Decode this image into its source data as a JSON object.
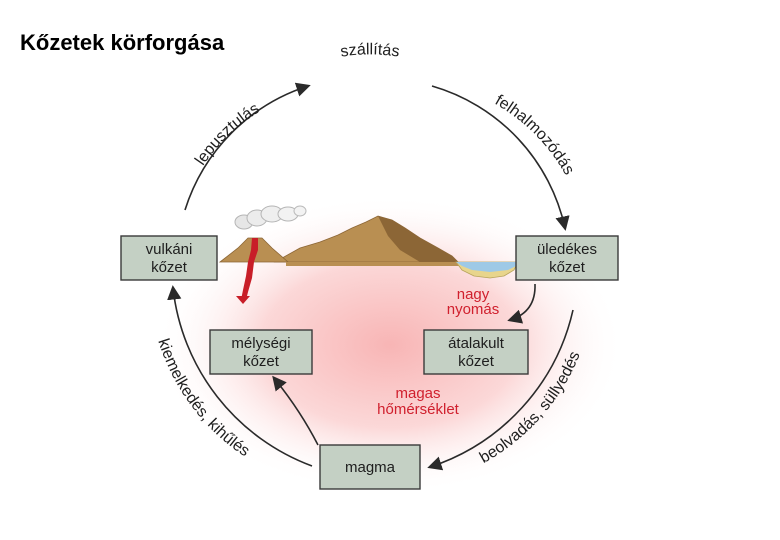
{
  "title": "Kőzetek körforgása",
  "colors": {
    "box_fill": "#c4d0c4",
    "box_stroke": "#3a3a3a",
    "arrow": "#2a2a2a",
    "red_text": "#d0202e",
    "heat_glow": "#f7a8a8",
    "mountain": "#b98f52",
    "mountain_shadow": "#8c6636",
    "lava": "#c81e28",
    "water": "#9ec9e6",
    "sediment": "#e8d58c"
  },
  "boxes": {
    "vulkani": {
      "line1": "vulkáni",
      "line2": "kőzet"
    },
    "uledekes": {
      "line1": "üledékes",
      "line2": "kőzet"
    },
    "melysegi": {
      "line1": "mélységi",
      "line2": "kőzet"
    },
    "atalakult": {
      "line1": "átalakult",
      "line2": "kőzet"
    },
    "magma": {
      "label": "magma"
    }
  },
  "arcs": {
    "top": "szállítás",
    "left_top": "lepusztulás",
    "right_top": "felhalmozódás",
    "left_bottom": "kiemelkedés, kihűlés",
    "right_bottom": "beolvadás, süllyedés"
  },
  "labels": {
    "pressure_1": "nagy",
    "pressure_2": "nyomás",
    "heat_1": "magas",
    "heat_2": "hőmérséklet"
  }
}
